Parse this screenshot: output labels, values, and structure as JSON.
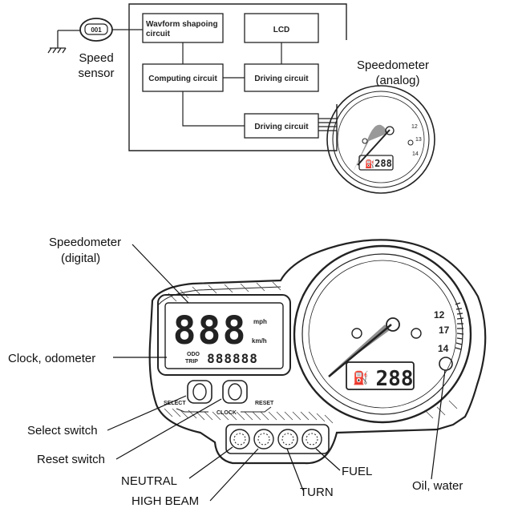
{
  "top": {
    "sensor_code": "001",
    "speed_sensor_label": [
      "Speed",
      "sensor"
    ],
    "boxes": {
      "waveform": [
        "Wavform shapoing",
        "circuit"
      ],
      "lcd": "LCD",
      "computing": "Computing circuit",
      "driving1": "Driving circuit",
      "driving2": "Driving circuit"
    },
    "speedometer_label": [
      "Speedometer",
      "(analog)"
    ],
    "small_lcd": "288",
    "dial_numbers": [
      "12",
      "13",
      "14"
    ]
  },
  "bottom": {
    "labels": {
      "speedometer_digital": [
        "Speedometer",
        "(digital)"
      ],
      "clock_odometer": "Clock, odometer",
      "select_switch": "Select switch",
      "reset_switch": "Reset switch",
      "neutral": "NEUTRAL",
      "high_beam": "HIGH BEAM",
      "turn": "TURN",
      "fuel": "FUEL",
      "oil_water": "Oil, water"
    },
    "lcd_big": "888",
    "lcd_unit_mph": "mph",
    "lcd_unit_kmh": "km/h",
    "odo": "ODO",
    "trip": "TRIP",
    "odo_digits": "888888",
    "select_tag": "SELECT",
    "reset_tag": "RESET",
    "clock_tag": "CLOCK",
    "tach_lcd": "288",
    "dial_numbers": [
      "12",
      "17",
      "14"
    ]
  }
}
